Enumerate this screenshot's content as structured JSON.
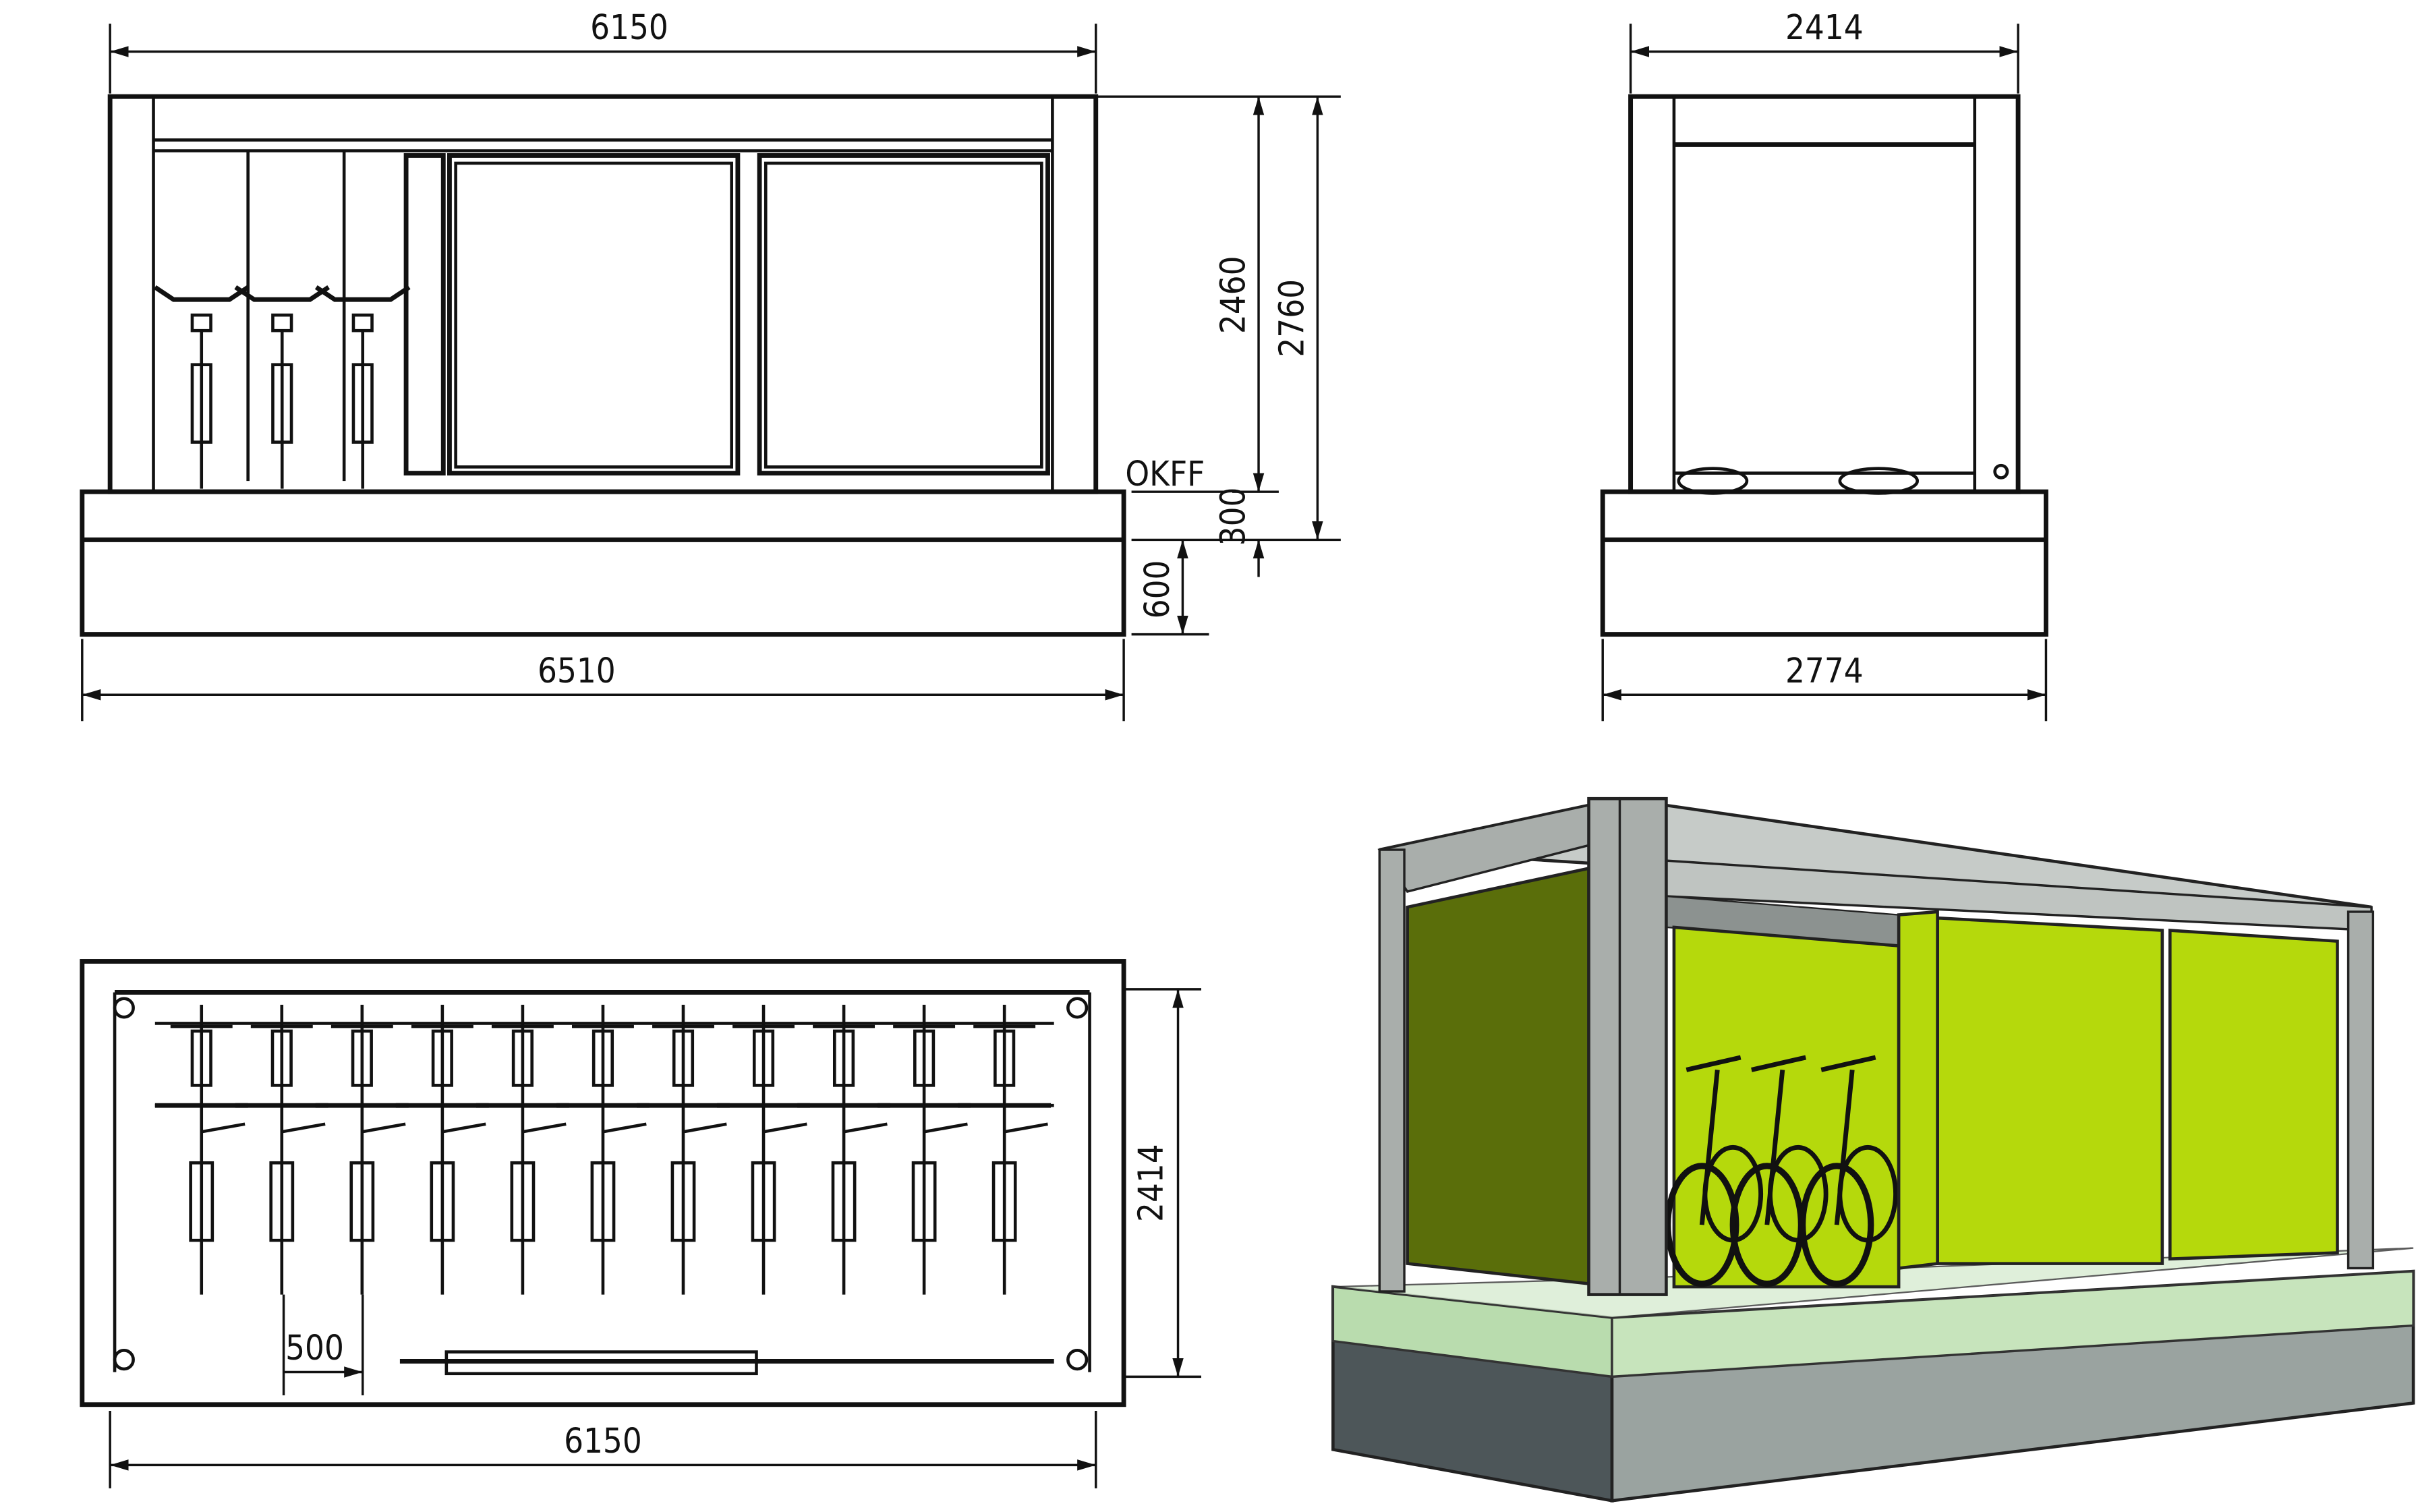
{
  "front_view": {
    "width_top": "6150",
    "height_inner": "2460",
    "height_total": "2760",
    "floor_label": "OKFF",
    "plinth_step": "300",
    "base_height": "600",
    "width_base": "6510"
  },
  "side_view": {
    "width_top": "2414",
    "width_base": "2774"
  },
  "plan_view": {
    "depth": "2414",
    "bike_spacing": "500",
    "width": "6150",
    "bike_count": 11
  },
  "colors": {
    "panel_green": "#b5d90c",
    "panel_dark_green": "#5a6e0a",
    "frame_gray": "#a9aeab",
    "base_gray": "#9aa3a0",
    "glass_green": "#b9dcae"
  }
}
